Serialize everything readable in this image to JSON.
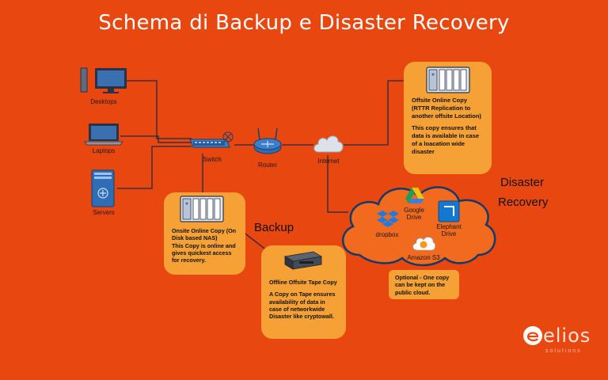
{
  "title": "Schema di Backup e Disaster Recovery",
  "devices": {
    "desktops": "Desktops",
    "laptops": "Laptops",
    "servers": "Servers",
    "switch": "Switch",
    "router": "Router",
    "internet": "Internet"
  },
  "cloud_services": {
    "gdrive": "Google Drive",
    "dropbox": "dropbox",
    "elephant": "Elephant Drive",
    "amazon": "Amazon S3"
  },
  "section_labels": {
    "backup": "Backup",
    "disaster_line1": "Disaster",
    "disaster_line2": "Recovery"
  },
  "boxes": {
    "offsite_online": {
      "heading": "Offsite Online Copy (RTTR Replication to another offsite Location)",
      "body": "This copy ensures  that data is available in case of a loacation wide disaster"
    },
    "onsite_online": {
      "heading": "Onsite Online Copy (On Disk based NAS)",
      "body": "This Copy is online and gives quickest access for recovery."
    },
    "tape": {
      "heading": "Offline Offsite Tape Copy",
      "body": "A Copy on Tape ensures availability of data in case of networkwide Disaster like cryptowall."
    },
    "optional": {
      "body": "Optional - One copy can be kept on the public cloud."
    }
  },
  "brand": {
    "name": "elios",
    "subtitle": "solutions"
  },
  "colors": {
    "background": "#e8470f",
    "box": "#f5a136",
    "cloud": "#f26a1d",
    "cloud_outline": "#123a6b",
    "line": "#1f2a44"
  }
}
